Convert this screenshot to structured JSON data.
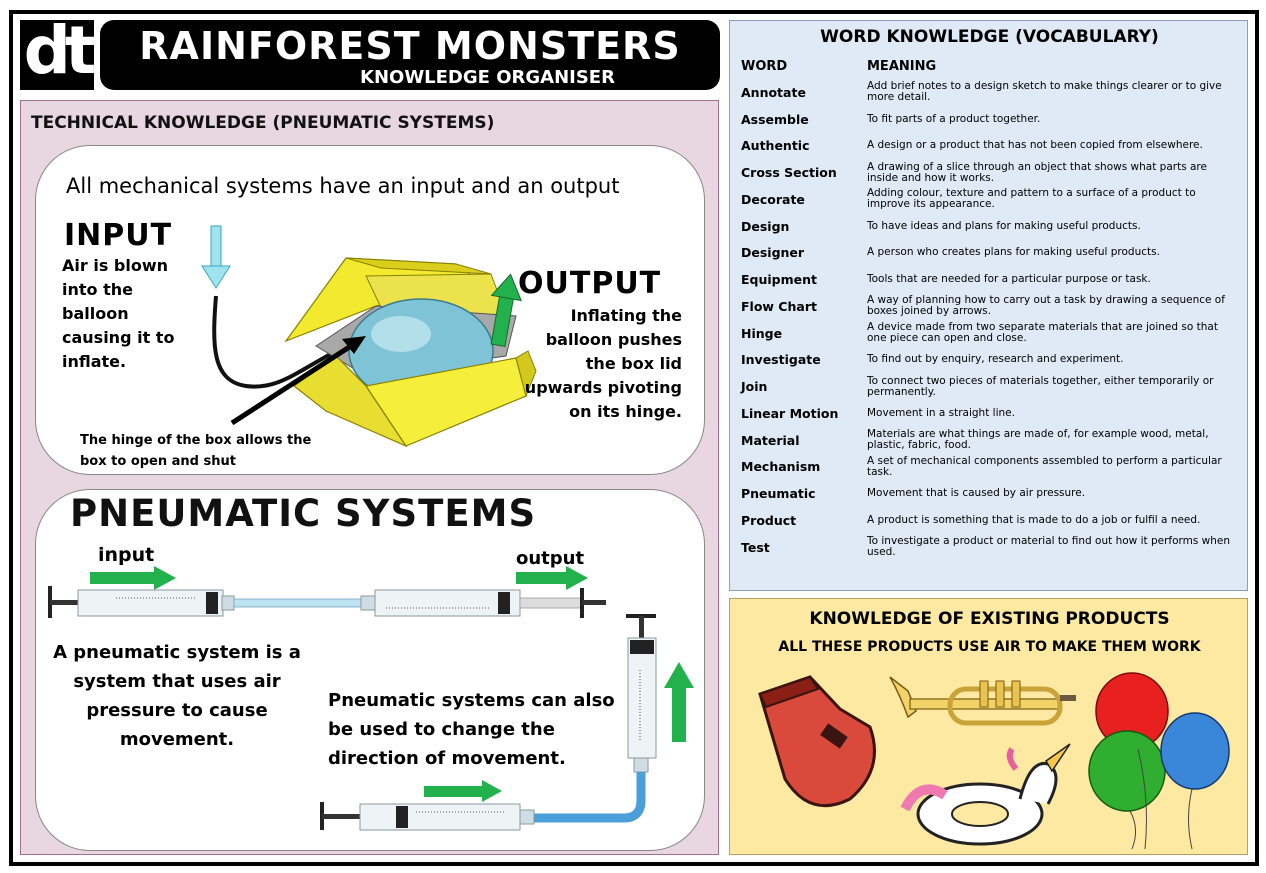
{
  "header": {
    "logo_text": "dt",
    "title": "RAINFOREST MONSTERS",
    "subtitle": "KNOWLEDGE ORGANISER"
  },
  "technical": {
    "heading": "TECHNICAL KNOWLEDGE (PNEUMATIC SYSTEMS)",
    "box1": {
      "headline": "All mechanical systems have an input and an output",
      "input_word": "INPUT",
      "input_text": "Air is blown into the balloon causing it to inflate.",
      "output_word": "OUTPUT",
      "output_text": "Inflating the balloon pushes the box lid upwards pivoting on its hinge.",
      "hinge_text": "The hinge of the box allows the box to open and shut"
    },
    "box2": {
      "headline": "PNEUMATIC SYSTEMS",
      "input_label": "input",
      "output_label": "output",
      "text_left": "A pneumatic system is a system that uses air pressure to cause movement.",
      "text_right": "Pneumatic systems can also be used to change the direction of movement."
    }
  },
  "vocabulary": {
    "title": "WORD KNOWLEDGE (VOCABULARY)",
    "col_word": "WORD",
    "col_meaning": "MEANING",
    "rows": [
      {
        "word": "Annotate",
        "meaning": "Add brief notes to a design sketch to make things clearer or to give more detail."
      },
      {
        "word": "Assemble",
        "meaning": "To fit parts of a product together."
      },
      {
        "word": "Authentic",
        "meaning": "A design or a product that has not been copied from elsewhere."
      },
      {
        "word": "Cross Section",
        "meaning": "A drawing of a slice through an object that shows what parts are inside and how it works."
      },
      {
        "word": "Decorate",
        "meaning": "Adding colour, texture and pattern to a surface of a product to improve its appearance."
      },
      {
        "word": "Design",
        "meaning": "To have ideas and plans for making useful products."
      },
      {
        "word": "Designer",
        "meaning": "A person who creates plans for making useful products."
      },
      {
        "word": "Equipment",
        "meaning": "Tools that are needed for a particular purpose or task."
      },
      {
        "word": "Flow Chart",
        "meaning": "A way of planning how to carry out a task by drawing a sequence of boxes joined by arrows."
      },
      {
        "word": "Hinge",
        "meaning": "A device made from two separate materials that are joined so that one piece can open and close."
      },
      {
        "word": "Investigate",
        "meaning": "To find out by enquiry, research and experiment."
      },
      {
        "word": "Join",
        "meaning": "To connect two pieces of materials together, either temporarily or permanently."
      },
      {
        "word": "Linear Motion",
        "meaning": "Movement in a straight line."
      },
      {
        "word": "Material",
        "meaning": "Materials are what things are made of, for example wood, metal, plastic, fabric, food."
      },
      {
        "word": "Mechanism",
        "meaning": "A set of mechanical components assembled to perform a particular task."
      },
      {
        "word": "Pneumatic",
        "meaning": "Movement that is caused by air pressure."
      },
      {
        "word": "Product",
        "meaning": "A product is something that is made to do a job or fulfil a need."
      },
      {
        "word": "Test",
        "meaning": "To investigate a product or material to find out how it performs when used."
      }
    ]
  },
  "products": {
    "title": "KNOWLEDGE OF EXISTING PRODUCTS",
    "subtitle": "ALL THESE PRODUCTS USE AIR TO MAKE THEM WORK",
    "images": [
      "whistle-image",
      "trumpet-image",
      "unicorn-float-image",
      "balloons-image"
    ]
  },
  "colors": {
    "tech_bg": "#e8d6e0",
    "vocab_bg": "#dfeaf6",
    "products_bg": "#fde9a1",
    "arrow_green": "#22b14c",
    "box_yellow": "#f5ee3a"
  }
}
